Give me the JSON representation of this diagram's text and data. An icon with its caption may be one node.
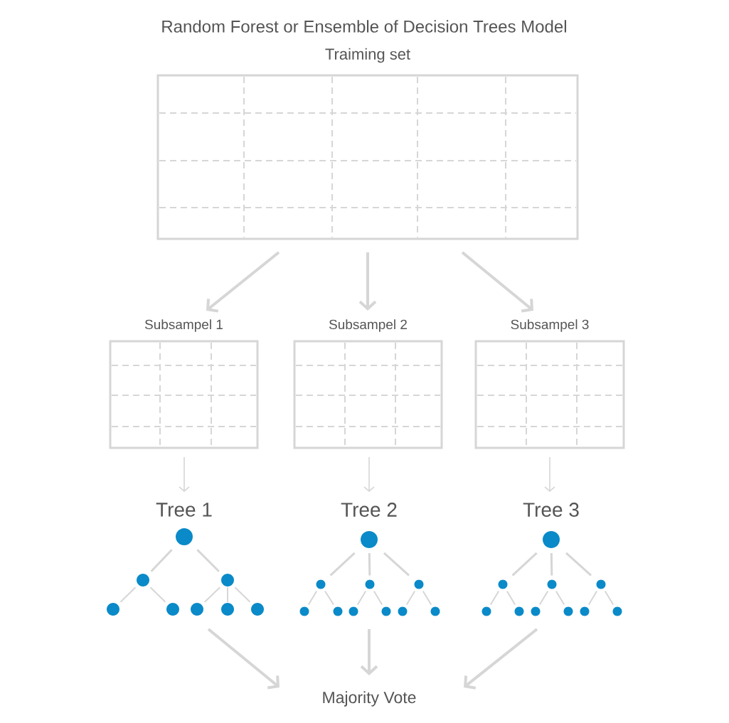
{
  "diagram": {
    "title": "Random Forest or Ensemble of Decision Trees Model",
    "nodes": [
      {
        "text": [
          "Traiming set"
        ]
      },
      {
        "text": [
          "Subsampel 1"
        ]
      },
      {
        "text": [
          "Subsampel 2"
        ]
      },
      {
        "text": [
          "Subsampel 3"
        ]
      },
      {
        "text": [
          "Tree 1"
        ]
      },
      {
        "text": [
          "Tree 2"
        ]
      },
      {
        "text": [
          "Tree 3"
        ]
      },
      {
        "text": [
          "Majority Vote"
        ]
      }
    ],
    "edges": [
      {
        "from": 0,
        "to": 1,
        "arrow": "to"
      },
      {
        "from": 0,
        "to": 2,
        "arrow": "to"
      },
      {
        "from": 0,
        "to": 3,
        "arrow": "to"
      },
      {
        "from": 1,
        "to": 4,
        "arrow": "to"
      },
      {
        "from": 2,
        "to": 5,
        "arrow": "to"
      },
      {
        "from": 3,
        "to": 6,
        "arrow": "to"
      },
      {
        "from": 4,
        "to": 7,
        "arrow": "to"
      },
      {
        "from": 5,
        "to": 7,
        "arrow": "to"
      },
      {
        "from": 6,
        "to": 7,
        "arrow": "to"
      }
    ]
  }
}
